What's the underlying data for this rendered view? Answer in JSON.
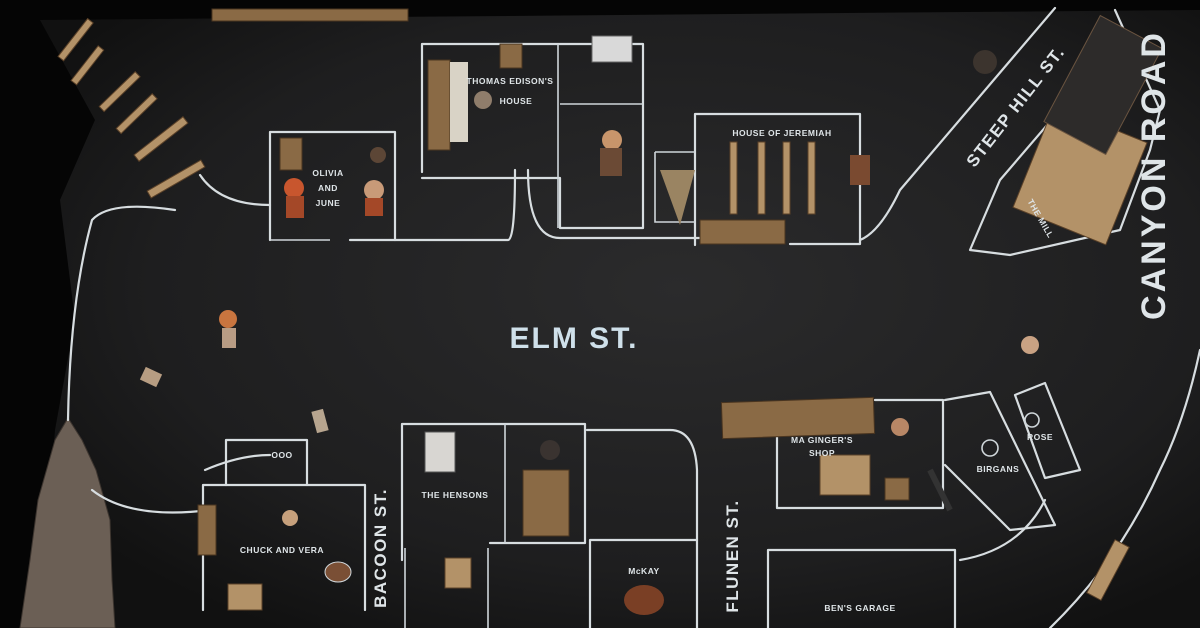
{
  "streets": {
    "elm": "ELM ST.",
    "steep_hill": "STEEP HILL ST.",
    "canyon_road": "CANYON ROAD",
    "bacoon": "BACOON ST.",
    "flunen": "FLUNEN ST."
  },
  "buildings": {
    "thomas_edison": [
      "THOMAS EDISON'S",
      "HOUSE"
    ],
    "olivia_june": [
      "OLIVIA",
      "AND",
      "JUNE"
    ],
    "jeremiah": "HOUSE OF JEREMIAH",
    "old_mill": "THE MILL",
    "ma_ginger": [
      "MA GINGER'S",
      "SHOP"
    ],
    "hensons": "THE HENSONS",
    "chuck_vera": "CHUCK AND VERA",
    "mckay": "McKAY",
    "bens_garage": "BEN'S GARAGE",
    "small_right_a": "BIRGANS",
    "small_right_b": "ROSE",
    "ooo": "OOO"
  }
}
